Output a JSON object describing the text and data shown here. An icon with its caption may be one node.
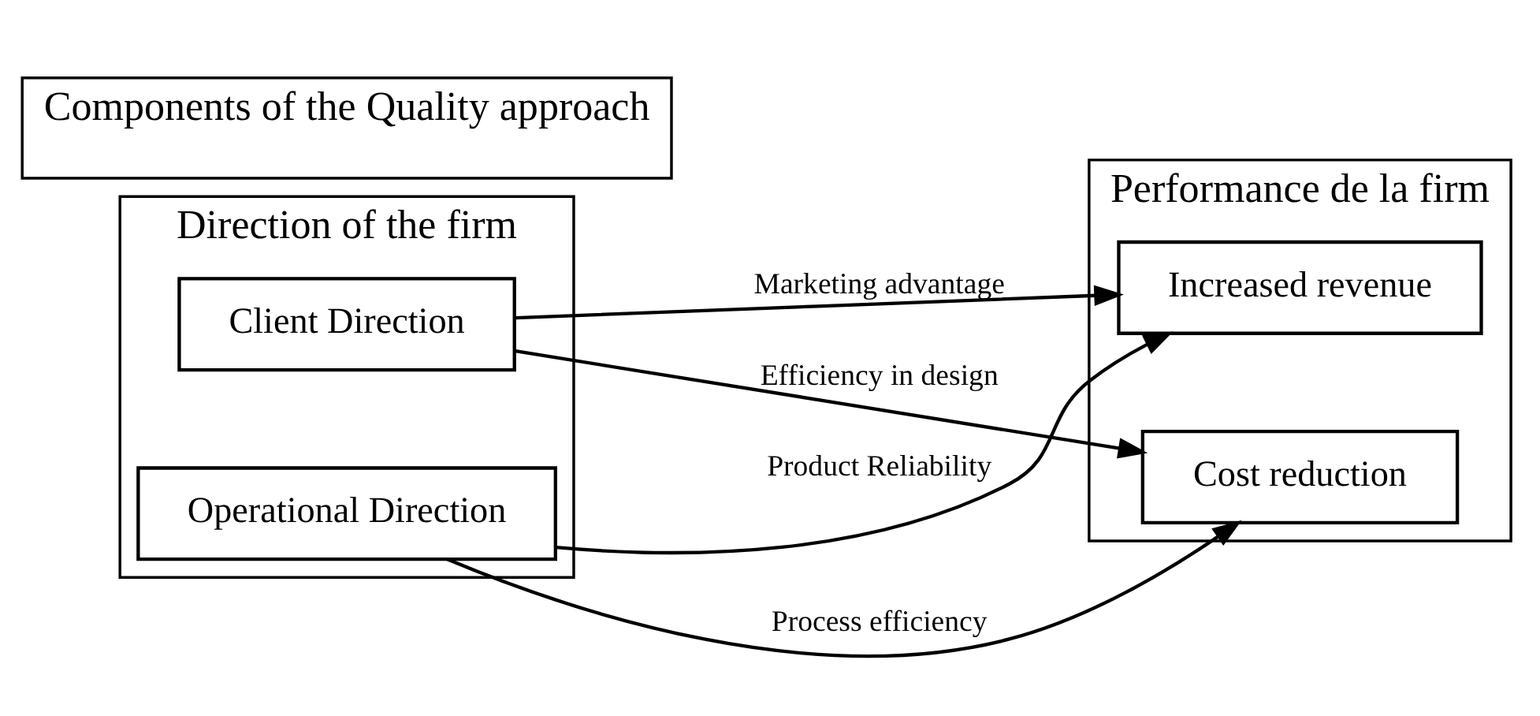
{
  "diagram": {
    "nodes": [
      {
        "text": [
          "Direction of the firm"
        ]
      },
      {
        "text": [
          "Components of the Quality approach"
        ]
      },
      {
        "text": [
          "Performance de la firm"
        ]
      },
      {
        "text": [
          "Client Direction"
        ],
        "in": 0
      },
      {
        "text": [
          "Operational Direction"
        ],
        "in": 0
      },
      {
        "text": [
          "Increased revenue"
        ],
        "in": 2
      },
      {
        "text": [
          "Cost reduction"
        ],
        "in": 2
      }
    ],
    "edges": [
      {
        "from": 3,
        "to": 5,
        "arrow": "to",
        "label": "Marketing advantage"
      },
      {
        "from": 3,
        "to": 6,
        "arrow": "to",
        "label": "Efficiency in design"
      },
      {
        "from": 4,
        "to": 5,
        "arrow": "to",
        "label": "Product Reliability"
      },
      {
        "from": 4,
        "to": 6,
        "arrow": "to",
        "label": "Process efficiency"
      }
    ]
  }
}
